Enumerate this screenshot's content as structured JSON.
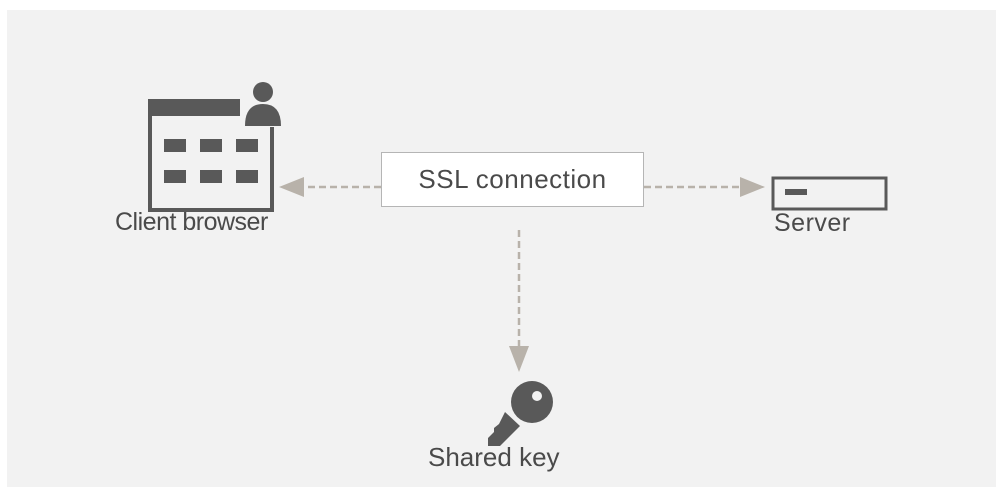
{
  "nodes": {
    "client": {
      "label": "Client browser",
      "icon": "browser-user-icon"
    },
    "connection": {
      "label": "SSL connection"
    },
    "server": {
      "label": "Server",
      "icon": "server-icon"
    },
    "key": {
      "label": "Shared key",
      "icon": "key-icon"
    }
  },
  "colors": {
    "background": "#f2f2f2",
    "icon": "#595959",
    "arrow": "#b8b2aa",
    "text": "#4a4a4a"
  }
}
